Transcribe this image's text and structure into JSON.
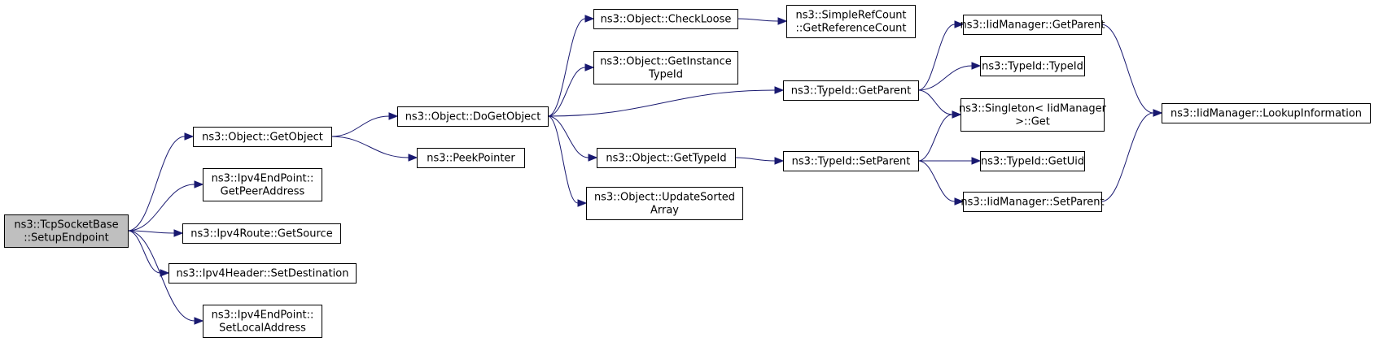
{
  "colors": {
    "edge": "#191970",
    "root_fill": "#bfbfbf",
    "node_fill": "#ffffff"
  },
  "nodes": [
    {
      "id": "n0",
      "lines": [
        "ns3::TcpSocketBase",
        "::SetupEndpoint"
      ],
      "root": true
    },
    {
      "id": "n1",
      "lines": [
        "ns3::Object::GetObject"
      ]
    },
    {
      "id": "n2",
      "lines": [
        "ns3::Ipv4EndPoint::",
        "GetPeerAddress"
      ]
    },
    {
      "id": "n3",
      "lines": [
        "ns3::Ipv4Route::GetSource"
      ]
    },
    {
      "id": "n4",
      "lines": [
        "ns3::Ipv4Header::SetDestination"
      ]
    },
    {
      "id": "n5",
      "lines": [
        "ns3::Ipv4EndPoint::",
        "SetLocalAddress"
      ]
    },
    {
      "id": "n6",
      "lines": [
        "ns3::Object::DoGetObject"
      ]
    },
    {
      "id": "n7",
      "lines": [
        "ns3::PeekPointer"
      ]
    },
    {
      "id": "n8",
      "lines": [
        "ns3::Object::CheckLoose"
      ]
    },
    {
      "id": "n9",
      "lines": [
        "ns3::Object::GetInstance",
        "TypeId"
      ]
    },
    {
      "id": "n10",
      "lines": [
        "ns3::Object::GetTypeId"
      ]
    },
    {
      "id": "n11",
      "lines": [
        "ns3::Object::UpdateSorted",
        "Array"
      ]
    },
    {
      "id": "n12",
      "lines": [
        "ns3::TypeId::GetParent"
      ]
    },
    {
      "id": "n13",
      "lines": [
        "ns3::SimpleRefCount",
        "::GetReferenceCount"
      ]
    },
    {
      "id": "n14",
      "lines": [
        "ns3::TypeId::SetParent"
      ]
    },
    {
      "id": "n15",
      "lines": [
        "ns3::IidManager::GetParent"
      ]
    },
    {
      "id": "n16",
      "lines": [
        "ns3::TypeId::TypeId"
      ]
    },
    {
      "id": "n17",
      "lines": [
        "ns3::Singleton< IidManager",
        " >::Get"
      ]
    },
    {
      "id": "n18",
      "lines": [
        "ns3::TypeId::GetUid"
      ]
    },
    {
      "id": "n19",
      "lines": [
        "ns3::IidManager::SetParent"
      ]
    },
    {
      "id": "n20",
      "lines": [
        "ns3::IidManager::LookupInformation"
      ]
    }
  ],
  "edges": [
    [
      "n0",
      "n1"
    ],
    [
      "n0",
      "n2"
    ],
    [
      "n0",
      "n3"
    ],
    [
      "n0",
      "n4"
    ],
    [
      "n0",
      "n5"
    ],
    [
      "n1",
      "n6"
    ],
    [
      "n1",
      "n7"
    ],
    [
      "n6",
      "n8"
    ],
    [
      "n6",
      "n9"
    ],
    [
      "n6",
      "n12"
    ],
    [
      "n6",
      "n10"
    ],
    [
      "n6",
      "n11"
    ],
    [
      "n8",
      "n13"
    ],
    [
      "n10",
      "n14"
    ],
    [
      "n12",
      "n15"
    ],
    [
      "n12",
      "n16"
    ],
    [
      "n12",
      "n17"
    ],
    [
      "n14",
      "n17"
    ],
    [
      "n14",
      "n18"
    ],
    [
      "n14",
      "n19"
    ],
    [
      "n15",
      "n20"
    ],
    [
      "n19",
      "n20"
    ]
  ]
}
